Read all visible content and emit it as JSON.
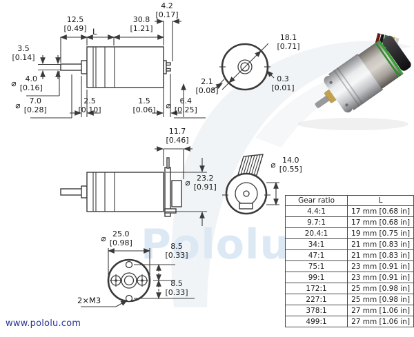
{
  "symbols": {
    "dia": "⌀"
  },
  "watermark": {
    "brand": "Pololu",
    "site": "www.pololu.com"
  },
  "colors": {
    "line": "#3a3a3a",
    "site_text": "#283593",
    "watermark_text": "#dce9f5",
    "watermark_logo": "#eef1f4",
    "motor_green_stripe": "#2e8b2e",
    "wire_colors": [
      "#6e1a1a",
      "#161616",
      "#2e7d32",
      "#2456a8",
      "#bfae3c",
      "#cfcfcf"
    ]
  },
  "dims": {
    "d125": {
      "mm": "12.5",
      "inch": "[0.49]"
    },
    "dL": {
      "mm": "L"
    },
    "d308": {
      "mm": "30.8",
      "inch": "[1.21]"
    },
    "d42": {
      "mm": "4.2",
      "inch": "[0.17]"
    },
    "d35": {
      "mm": "3.5",
      "inch": "[0.14]"
    },
    "d40": {
      "mm": "4.0",
      "inch": "[0.16]"
    },
    "d70": {
      "mm": "7.0",
      "inch": "[0.28]"
    },
    "d25s": {
      "mm": "2.5",
      "inch": "[0.10]"
    },
    "d15": {
      "mm": "1.5",
      "inch": "[0.06]"
    },
    "d64": {
      "mm": "6.4",
      "inch": "[0.25]"
    },
    "d21": {
      "mm": "2.1",
      "inch": "[0.08]"
    },
    "d181": {
      "mm": "18.1",
      "inch": "[0.71]"
    },
    "d03": {
      "mm": "0.3",
      "inch": "[0.01]"
    },
    "d117": {
      "mm": "11.7",
      "inch": "[0.46]"
    },
    "d232": {
      "mm": "23.2",
      "inch": "[0.91]"
    },
    "d140": {
      "mm": "14.0",
      "inch": "[0.55]"
    },
    "d250": {
      "mm": "25.0",
      "inch": "[0.98]"
    },
    "d85top": {
      "mm": "8.5",
      "inch": "[0.33]"
    },
    "d85bot": {
      "mm": "8.5",
      "inch": "[0.33]"
    },
    "m3": {
      "label": "2×M3"
    }
  },
  "table": {
    "headers": {
      "ratio": "Gear ratio",
      "length": "L"
    },
    "rows": [
      {
        "ratio": "4.4:1",
        "length": "17 mm [0.68 in]"
      },
      {
        "ratio": "9.7:1",
        "length": "17 mm [0.68 in]"
      },
      {
        "ratio": "20.4:1",
        "length": "19 mm [0.75 in]"
      },
      {
        "ratio": "34:1",
        "length": "21 mm [0.83 in]"
      },
      {
        "ratio": "47:1",
        "length": "21 mm [0.83 in]"
      },
      {
        "ratio": "75:1",
        "length": "23 mm [0.91 in]"
      },
      {
        "ratio": "99:1",
        "length": "23 mm [0.91 in]"
      },
      {
        "ratio": "172:1",
        "length": "25 mm [0.98 in]"
      },
      {
        "ratio": "227:1",
        "length": "25 mm [0.98 in]"
      },
      {
        "ratio": "378:1",
        "length": "27 mm [1.06 in]"
      },
      {
        "ratio": "499:1",
        "length": "27 mm [1.06 in]"
      }
    ]
  }
}
